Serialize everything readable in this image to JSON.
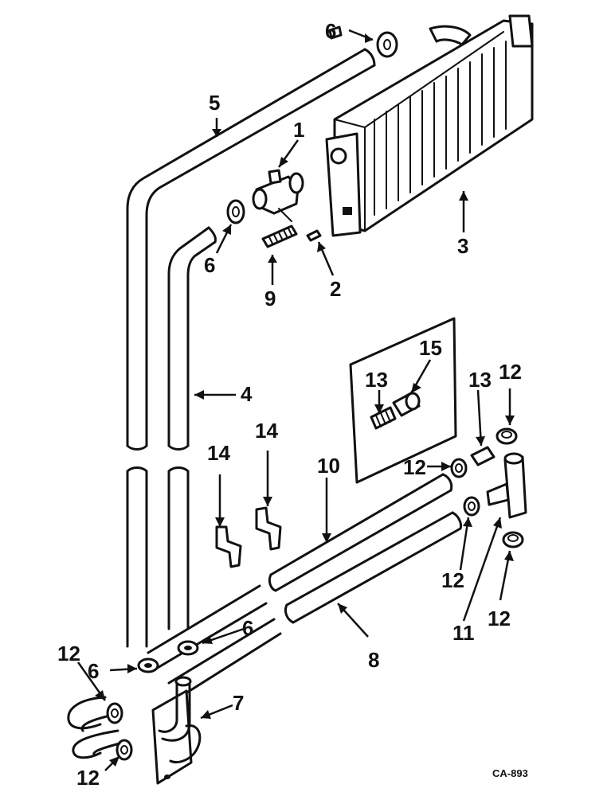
{
  "callouts": [
    {
      "id": "c1",
      "text": "1"
    },
    {
      "id": "c2",
      "text": "2"
    },
    {
      "id": "c3",
      "text": "3"
    },
    {
      "id": "c4",
      "text": "4"
    },
    {
      "id": "c5",
      "text": "5"
    },
    {
      "id": "c6a",
      "text": "6"
    },
    {
      "id": "c6b",
      "text": "6"
    },
    {
      "id": "c6c",
      "text": "6"
    },
    {
      "id": "c6d",
      "text": "6"
    },
    {
      "id": "c7",
      "text": "7"
    },
    {
      "id": "c8",
      "text": "8"
    },
    {
      "id": "c9",
      "text": "9"
    },
    {
      "id": "c10",
      "text": "10"
    },
    {
      "id": "c11",
      "text": "11"
    },
    {
      "id": "c12a",
      "text": "12"
    },
    {
      "id": "c12b",
      "text": "12"
    },
    {
      "id": "c12c",
      "text": "12"
    },
    {
      "id": "c12d",
      "text": "12"
    },
    {
      "id": "c12e",
      "text": "12"
    },
    {
      "id": "c12f",
      "text": "12"
    },
    {
      "id": "c13a",
      "text": "13"
    },
    {
      "id": "c13b",
      "text": "13"
    },
    {
      "id": "c14a",
      "text": "14"
    },
    {
      "id": "c14b",
      "text": "14"
    },
    {
      "id": "c15",
      "text": "15"
    }
  ],
  "reference_code": "CA-893",
  "colors": {
    "ink": "#111111",
    "background": "#ffffff"
  }
}
